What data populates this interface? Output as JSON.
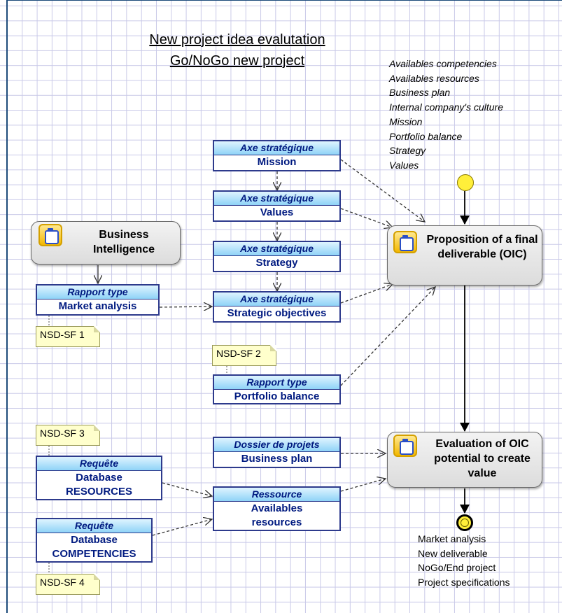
{
  "title": {
    "line1": "New project idea evalutation",
    "line2": "Go/NoGo new project"
  },
  "inputs_list": [
    "Availables competencies",
    "Availables resources",
    "Business plan",
    "Internal company's culture",
    "Mission",
    "Portfolio balance",
    "Strategy",
    "Values"
  ],
  "outputs_list": [
    "Market analysis",
    "New deliverable",
    "NoGo/End project",
    "Project specifications"
  ],
  "tasks": {
    "business_intelligence": {
      "text": "Business Intelligence"
    },
    "proposition": {
      "text": "Proposition of a final deliverable (OIC)"
    },
    "evaluation": {
      "text": "Evaluation of OIC potential to create value"
    }
  },
  "objects": {
    "mission": {
      "type": "Axe stratégique",
      "label": "Mission"
    },
    "values": {
      "type": "Axe stratégique",
      "label": "Values"
    },
    "strategy": {
      "type": "Axe stratégique",
      "label": "Strategy"
    },
    "strategic_objectives": {
      "type": "Axe stratégique",
      "label": "Strategic objectives"
    },
    "market_analysis": {
      "type": "Rapport type",
      "label": "Market analysis"
    },
    "portfolio_balance": {
      "type": "Rapport type",
      "label": "Portfolio balance"
    },
    "business_plan": {
      "type": "Dossier de projets",
      "label": "Business plan"
    },
    "db_resources": {
      "type": "Requête",
      "label_line1": "Database",
      "label_line2": "RESOURCES"
    },
    "db_competencies": {
      "type": "Requête",
      "label_line1": "Database",
      "label_line2": "COMPETENCIES"
    },
    "availables_resources": {
      "type": "Ressource",
      "label_line1": "Availables",
      "label_line2": "resources"
    }
  },
  "notes": {
    "sf1": "NSD-SF 1",
    "sf2": "NSD-SF 2",
    "sf3": "NSD-SF 3",
    "sf4": "NSD-SF 4"
  },
  "colors": {
    "grid": "#c9c9e8",
    "object_border": "#2d3a8c",
    "object_text": "#001a80",
    "object_header": "#8fd3f7",
    "task_fill": "#dcdcdc",
    "event_fill": "#ffef3a",
    "note_fill": "#ffffcc"
  },
  "icons": {
    "task_icon": "clipboard-icon",
    "start_event": "start-event-icon",
    "end_event": "end-event-icon"
  }
}
